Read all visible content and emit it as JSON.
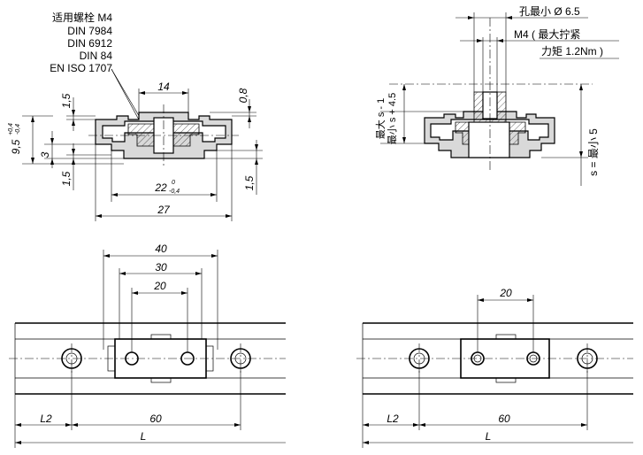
{
  "left_notes": {
    "line1": "适用螺栓 M4",
    "line2": "DIN 7984",
    "line3": "DIN 6912",
    "line4": "DIN 84",
    "line5": "EN ISO 1707"
  },
  "left_section_dims": {
    "d14": "14",
    "d0_8": "0,8",
    "d1_5_top": "1,5",
    "d9_5": "9,5",
    "d9_5_tol_up": "+0,4",
    "d9_5_tol_low": "-0,4",
    "d3": "3",
    "d1_5_bottom": "1,5",
    "d1_5_right": "1,5",
    "d22": "22",
    "d22_tol_up": "0",
    "d22_tol_low": "-0,4",
    "d27": "27"
  },
  "right_notes": {
    "hole_label": "孔最小 Ø 6.5",
    "m4_label": "M4 ( 最大拧紧",
    "torque_label": "力矩 1.2Nm )",
    "max_label": "最大 s - 1",
    "min_label": "最小 s + 4.5",
    "s_label": "s = 最小 5"
  },
  "bottom_left_dims": {
    "d40": "40",
    "d30": "30",
    "d20": "20",
    "L2": "L2",
    "d60": "60",
    "L": "L"
  },
  "bottom_right_dims": {
    "d20": "20",
    "L2": "L2",
    "d60": "60",
    "L": "L"
  }
}
